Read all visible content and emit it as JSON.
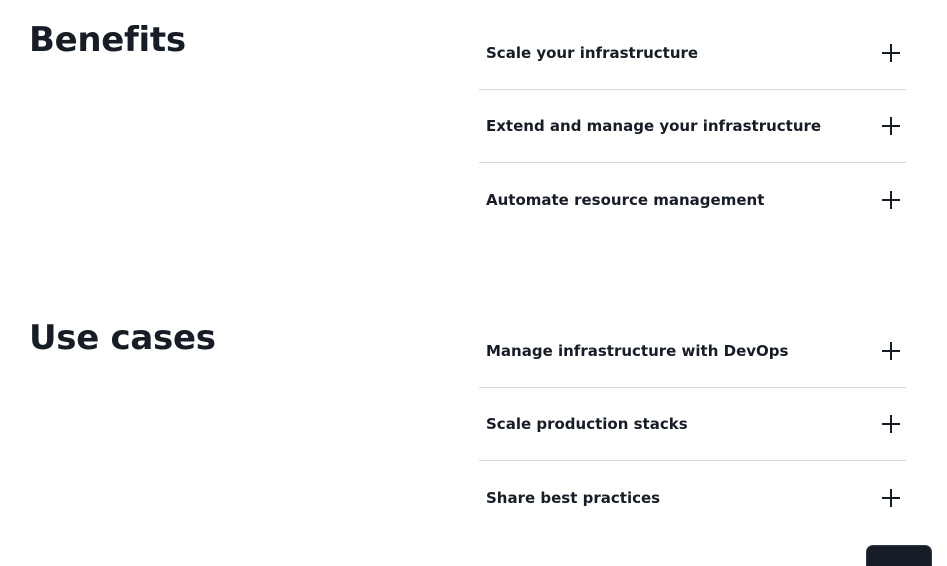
{
  "benefits": {
    "title": "Benefits",
    "items": [
      {
        "label": "Scale your infrastructure"
      },
      {
        "label": "Extend and manage your infrastructure"
      },
      {
        "label": "Automate resource management"
      }
    ]
  },
  "use_cases": {
    "title": "Use cases",
    "items": [
      {
        "label": "Manage infrastructure with DevOps"
      },
      {
        "label": "Scale production stacks"
      },
      {
        "label": "Share best practices"
      }
    ]
  },
  "icons": {
    "expand": "plus-icon"
  },
  "colors": {
    "text": "#161d26",
    "divider": "#d5d9de",
    "background": "#ffffff"
  }
}
